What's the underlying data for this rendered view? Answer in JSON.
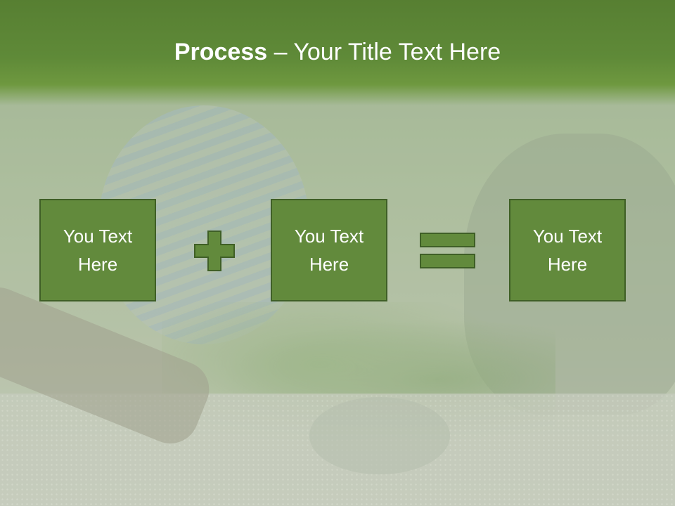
{
  "title": {
    "bold": "Process",
    "rest": " – Your Title Text Here"
  },
  "boxes": [
    {
      "label": "You Text Here"
    },
    {
      "label": "You Text Here"
    },
    {
      "label": "You Text Here"
    }
  ],
  "operators": [
    "plus-icon",
    "equals-icon"
  ],
  "colors": {
    "header": "#5f8a38",
    "box_fill": "#628a3c",
    "box_border": "#3f5f26",
    "text": "#ffffff"
  }
}
